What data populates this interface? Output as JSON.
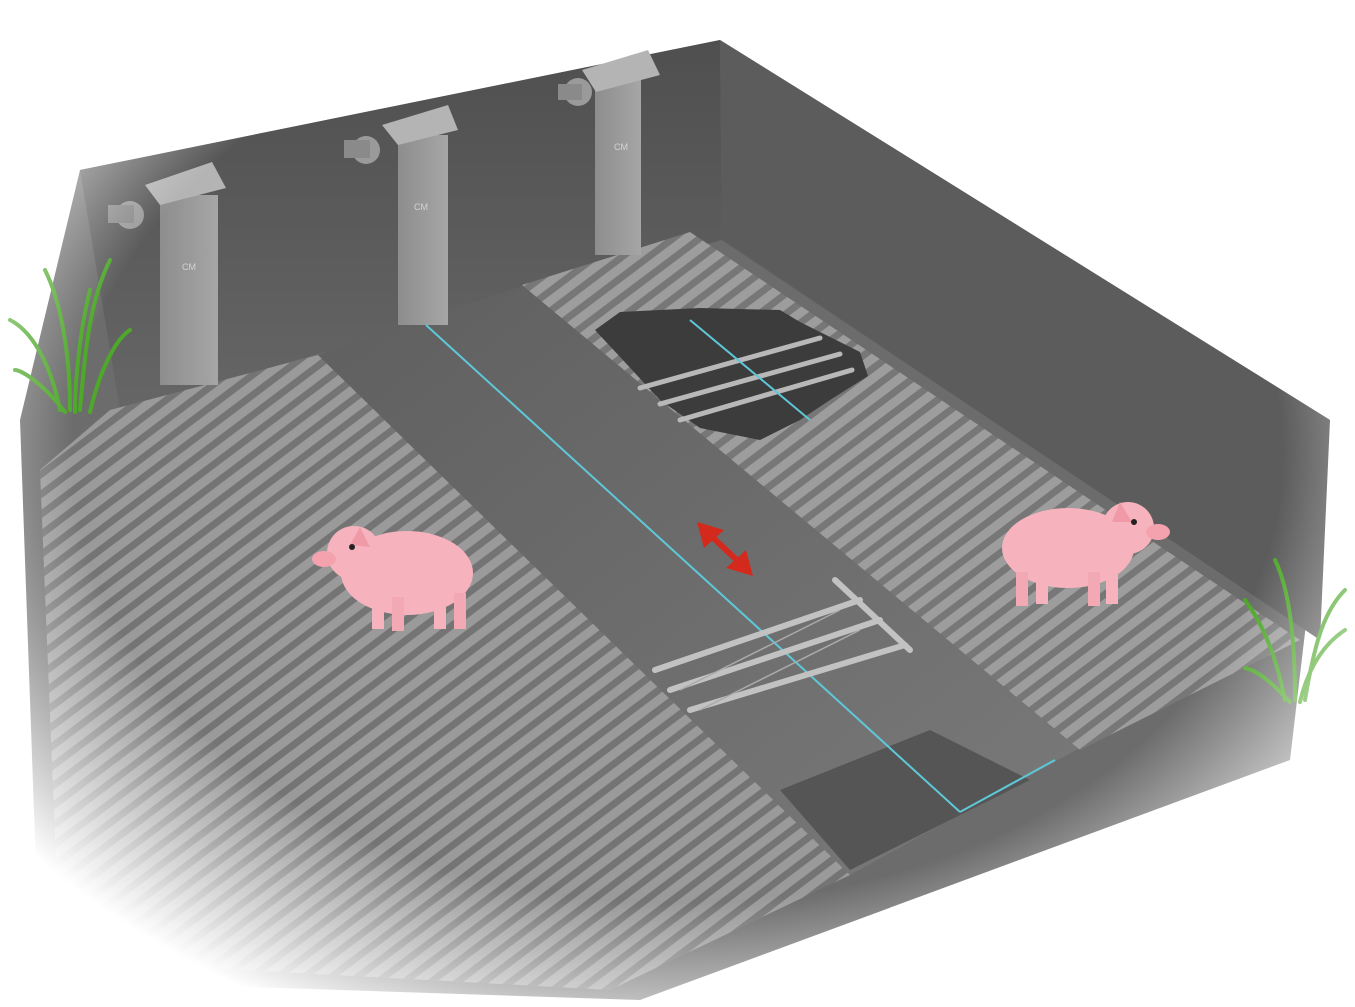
{
  "units": [
    {
      "label": "CM"
    },
    {
      "label": "CM"
    },
    {
      "label": "CM"
    }
  ],
  "animals": [
    {
      "kind": "pig-icon",
      "facing": "left"
    },
    {
      "kind": "pig-icon",
      "facing": "right"
    }
  ],
  "motion": {
    "indicator": "double-arrow-icon",
    "color": "#d42a1e"
  },
  "colors": {
    "wall": "#5f5f5f",
    "floor_slat": "#8c8c8c",
    "channel": "#6a6a6a",
    "cable": "#5ec8d8",
    "pig": "#f6b3bd",
    "grass": "#4ea82a"
  }
}
